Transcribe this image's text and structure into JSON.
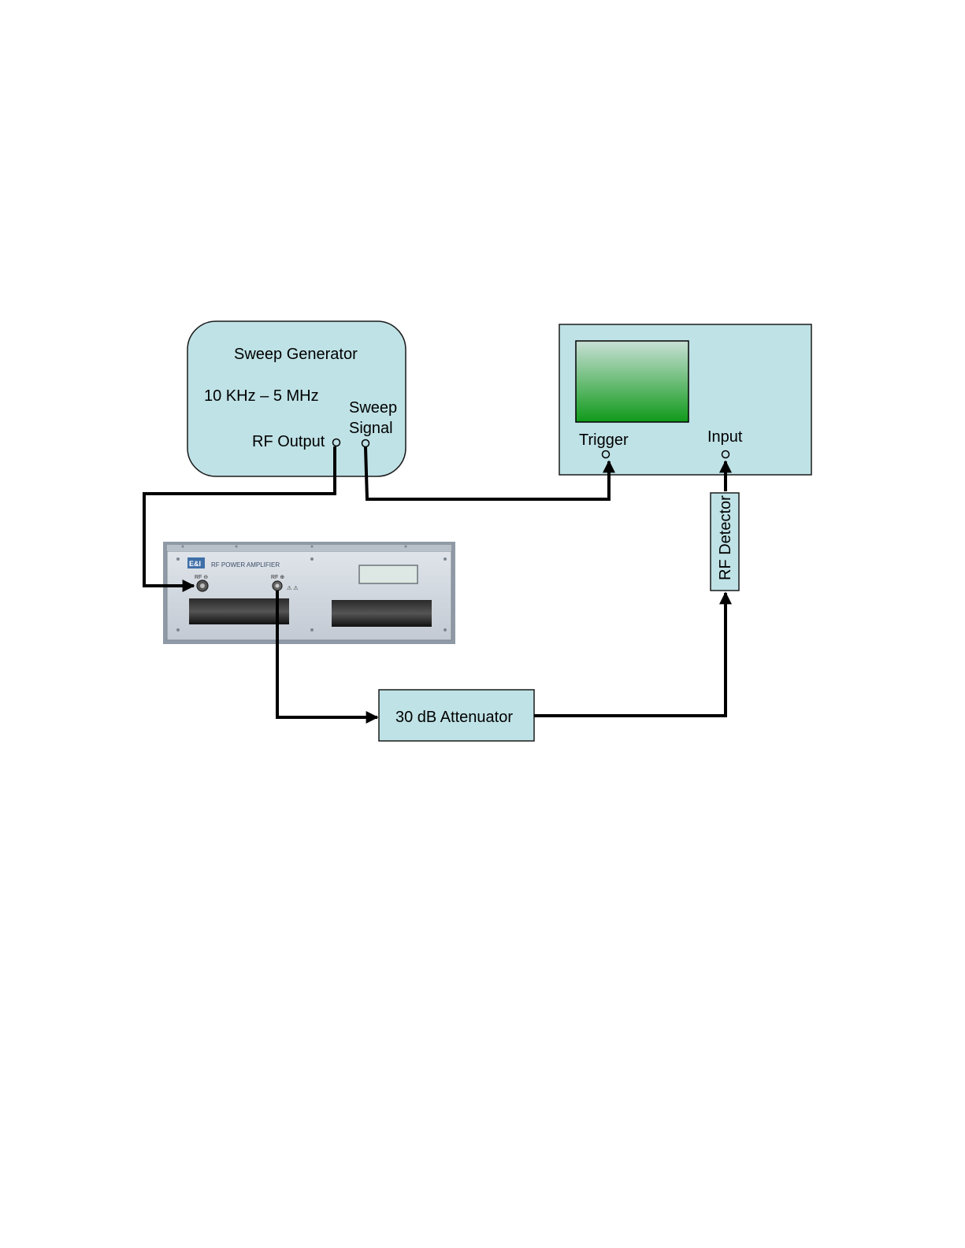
{
  "sweep_generator": {
    "title": "Sweep Generator",
    "range": "10 KHz – 5 MHz",
    "rf_output_label": "RF Output",
    "sweep_label_line1": "Sweep",
    "sweep_label_line2": "Signal"
  },
  "oscilloscope": {
    "trigger_label": "Trigger",
    "input_label": "Input",
    "screen_color_top": "#c8e0d6",
    "screen_color_bottom": "#109a1a"
  },
  "amplifier": {
    "brand": "E&I",
    "title": "RF POWER AMPLIFIER",
    "rf_out_label": "RF ⊖",
    "rf_in_label": "RF ⊕",
    "warning_icons": "⚠ ⚠"
  },
  "attenuator": {
    "label": "30 dB Attenuator"
  },
  "rf_detector": {
    "label": "RF Detector"
  },
  "colors": {
    "box_fill": "#bfe2e6",
    "box_stroke": "#1a1a1a",
    "wire": "#000000"
  }
}
